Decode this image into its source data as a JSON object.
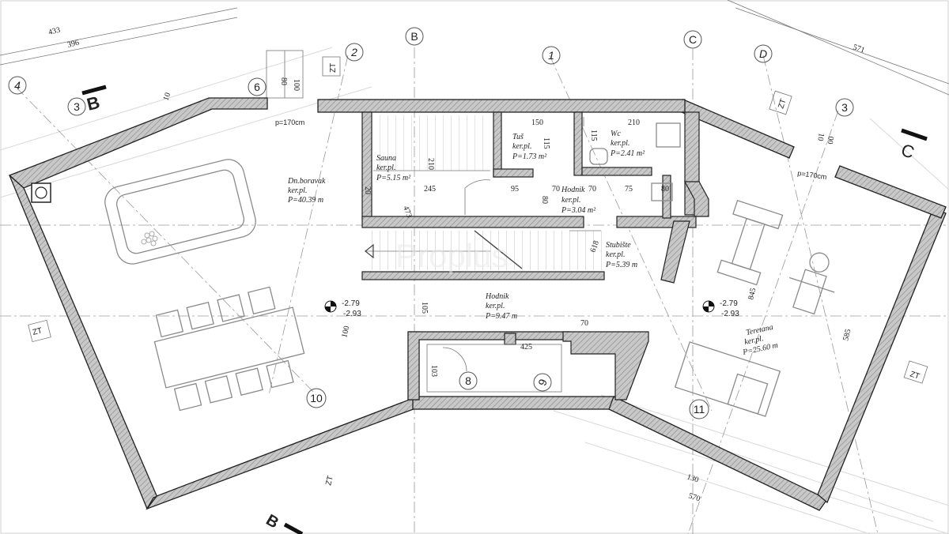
{
  "section_marks": {
    "left": "B",
    "right": "C",
    "bottom": "B"
  },
  "grid_axes": {
    "top": [
      "B",
      "C",
      "D",
      "2",
      "1",
      "3",
      "6"
    ],
    "side": [
      "4",
      "3",
      "10",
      "11"
    ],
    "floor": [
      "8",
      "9"
    ]
  },
  "zt_labels": [
    "ZT",
    "ZT",
    "ZT",
    "ZT",
    "ZT"
  ],
  "overall_dims": {
    "top_left_1": "433",
    "top_left_2": "396",
    "top_right": "571"
  },
  "rooms": [
    {
      "id": "dnevni",
      "name": "Dn.boravak",
      "floor": "ker.pl.",
      "area": "P=40.39 m"
    },
    {
      "id": "sauna",
      "name": "Sauna",
      "floor": "ker.pl.",
      "area": "P=5.15 m²"
    },
    {
      "id": "tus",
      "name": "Tuš",
      "floor": "ker.pl.",
      "area": "P=1.73 m²"
    },
    {
      "id": "wc",
      "name": "Wc",
      "floor": "ker.pl.",
      "area": "P=2.41 m²"
    },
    {
      "id": "hodnik-top",
      "name": "Hodnik",
      "floor": "ker.pl.",
      "area": "P=3.04 m²"
    },
    {
      "id": "stubiste",
      "name": "Stubište",
      "floor": "ker.pl.",
      "area": "P=5.39 m"
    },
    {
      "id": "hodnik",
      "name": "Hodnik",
      "floor": "ker.pl.",
      "area": "P=9.47 m"
    },
    {
      "id": "teretana",
      "name": "Teretana",
      "floor": "ker.pl.",
      "area": "P=25.60 m"
    }
  ],
  "levels": [
    {
      "id": "left",
      "upper": "-2.79",
      "lower": "-2.93"
    },
    {
      "id": "right",
      "upper": "-2.79",
      "lower": "-2.93"
    }
  ],
  "openings": {
    "window_left": "p=170cm",
    "window_right": "p=170cm"
  },
  "dims": {
    "w100": "100",
    "w80": "80",
    "d10": "10",
    "d150": "150",
    "d115a": "115",
    "d210a": "210",
    "d115b": "115",
    "d210b": "210",
    "d245": "245",
    "d95": "95",
    "d70a": "70",
    "d70b": "70",
    "d75": "75",
    "d80a": "80",
    "d80b": "80",
    "d20": "20",
    "d473": "473",
    "d618": "618",
    "d105": "105",
    "d70c": "70",
    "d425": "425",
    "d103": "103",
    "d100b": "100",
    "d845": "845",
    "d585": "585",
    "d00": "00",
    "d10b": "10",
    "d130": "130",
    "d570": "570"
  },
  "watermark": "Proplus"
}
